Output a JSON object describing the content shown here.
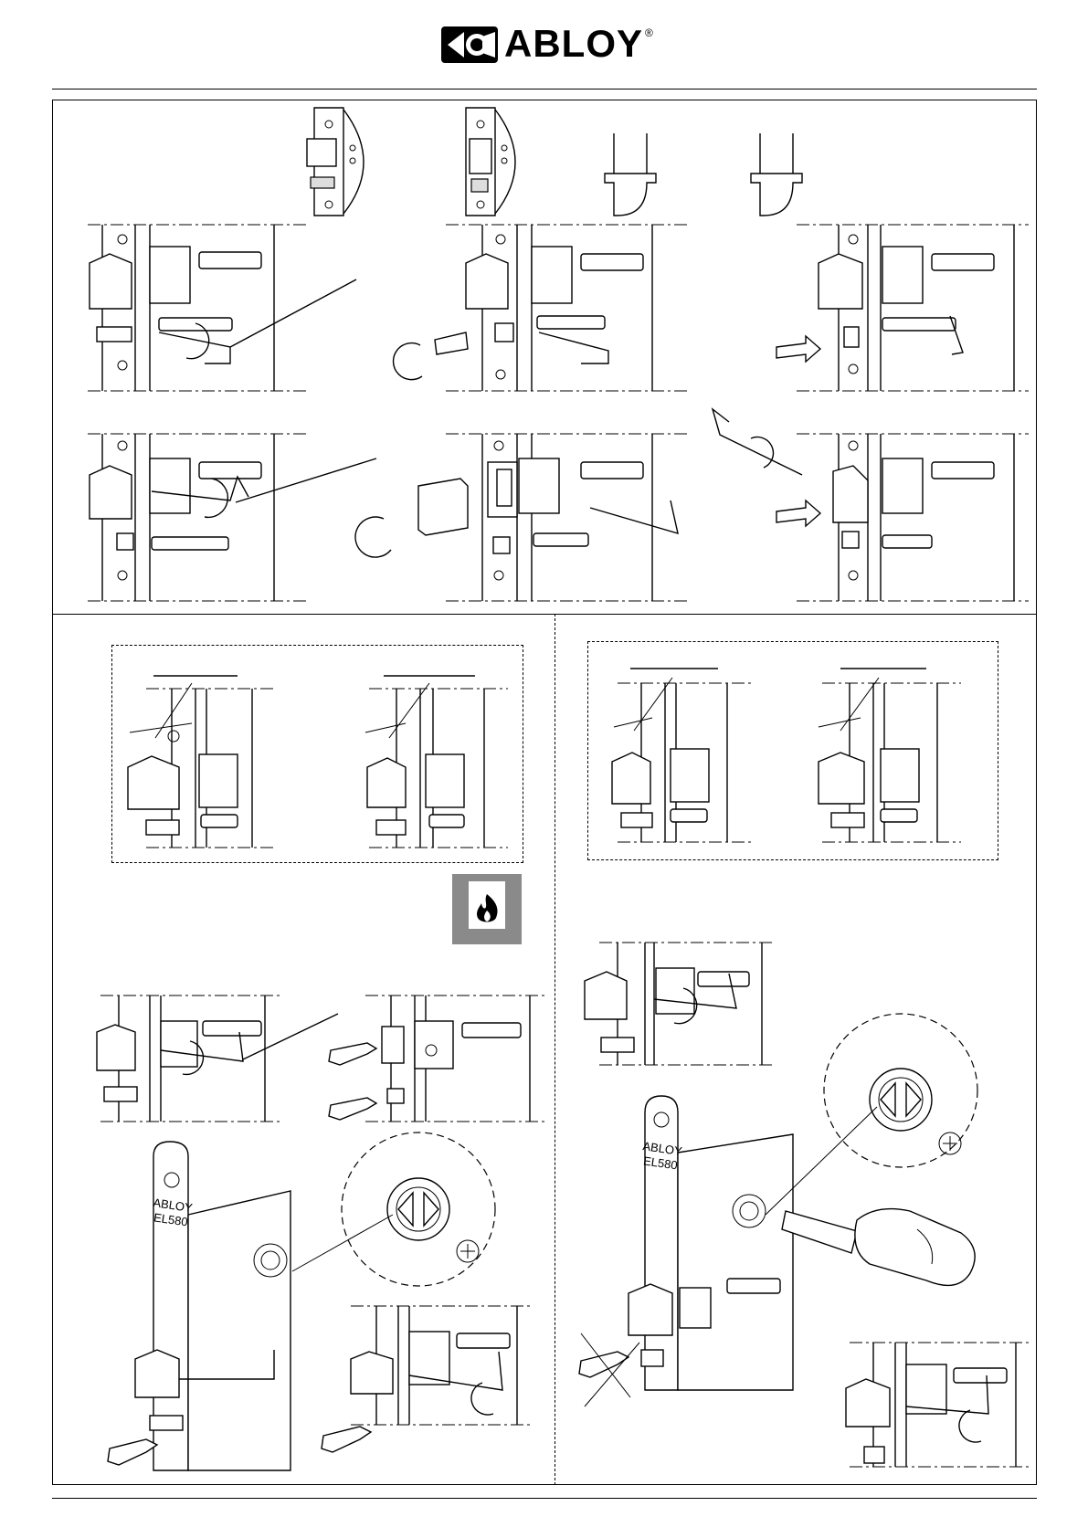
{
  "brand": {
    "name": "ABLOY",
    "registered_mark": "®",
    "icon": "abloy-key-emblem-icon"
  },
  "drawings": {
    "lock_engraving_left": "ABLOY\nEL580",
    "lock_engraving_right": "ABLOY\nEL580"
  },
  "icons": {
    "fire": "fire-icon",
    "rotate_arrow": "rotate-arrow-icon",
    "push_arrow": "push-arrow-icon",
    "pointing_hand": "pointing-hand-icon",
    "allen_key": "allen-key-icon",
    "screwdriver": "screwdriver-icon"
  },
  "colors": {
    "ink": "#000000",
    "fire_badge": "#8a8a8a",
    "paper": "#ffffff"
  }
}
